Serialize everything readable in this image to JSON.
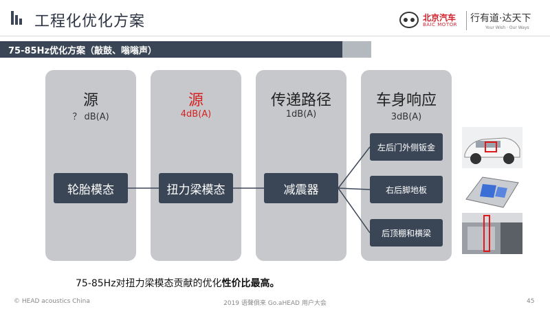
{
  "header": {
    "title": "工程化优化方案",
    "brand_name": "北京汽车",
    "brand_sub": "BAIC MOTOR",
    "slogan": "行有道·达天下",
    "slogan_sub": "Your Wish · Our Ways"
  },
  "section": {
    "title": "75-85Hz优化方案（敲鼓、嗡嗡声）"
  },
  "columns": [
    {
      "title": "源",
      "value": "？ dB(A)",
      "box": "轮胎模态"
    },
    {
      "title": "源",
      "value": "4dB(A)",
      "box": "扭力梁模态",
      "accent": "#d62020"
    },
    {
      "title": "传递路径",
      "value": "1dB(A)",
      "box": "减震器"
    },
    {
      "title": "车身响应",
      "value": "3dB(A)",
      "items": [
        "左后门外侧钣金",
        "右后脚地板",
        "后顶棚和横梁"
      ]
    }
  ],
  "caption": {
    "text": "75-85Hz对扭力梁模态贡献的优化",
    "bold": "性价比最高。"
  },
  "footer": {
    "left": "© HEAD acoustics China",
    "center": "2019 语聲俱来 Go.aHEAD 用户大会",
    "page": "45"
  },
  "colors": {
    "dark_box": "#3a4556",
    "column_bg": "#c6c8cc",
    "accent_red": "#d62020"
  }
}
